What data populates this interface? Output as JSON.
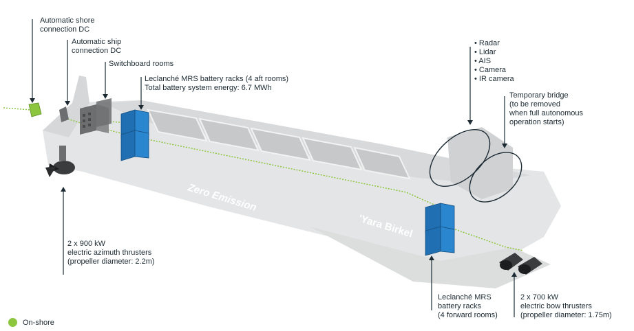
{
  "labels": {
    "shore_dc": [
      "Automatic shore",
      "connection DC"
    ],
    "ship_dc": [
      "Automatic ship",
      "connection DC"
    ],
    "switchboard": [
      "Switchboard rooms"
    ],
    "aft_battery": [
      "Leclanché MRS battery racks (4 aft rooms)",
      "Total battery system energy: 6.7 MWh"
    ],
    "sensors": [
      "• Radar",
      "• Lidar",
      "• AIS",
      "• Camera",
      "• IR camera"
    ],
    "bridge": [
      "Temporary bridge",
      "(to be removed",
      "when full autonomous",
      "operation starts)"
    ],
    "azimuth": [
      "2 x 900 kW",
      "electric azimuth thrusters",
      "(propeller diameter: 2.2m)"
    ],
    "fwd_battery": [
      "Leclanché MRS",
      "battery racks",
      "(4 forward rooms)"
    ],
    "bow_thrusters": [
      "2 x 700 kW",
      "electric bow thrusters",
      "(propeller diameter: 1.75m)"
    ]
  },
  "hull_text": {
    "zero_emission": "Zero Emission",
    "ship_name": "'Yara Birkel"
  },
  "legend": {
    "onshore_label": "On-shore",
    "onshore_color": "#8cc63f"
  },
  "colors": {
    "battery": "#1f6fb2",
    "cable": "#8cc63f",
    "hull": "#e4e5e6",
    "text": "#1c2a33"
  }
}
